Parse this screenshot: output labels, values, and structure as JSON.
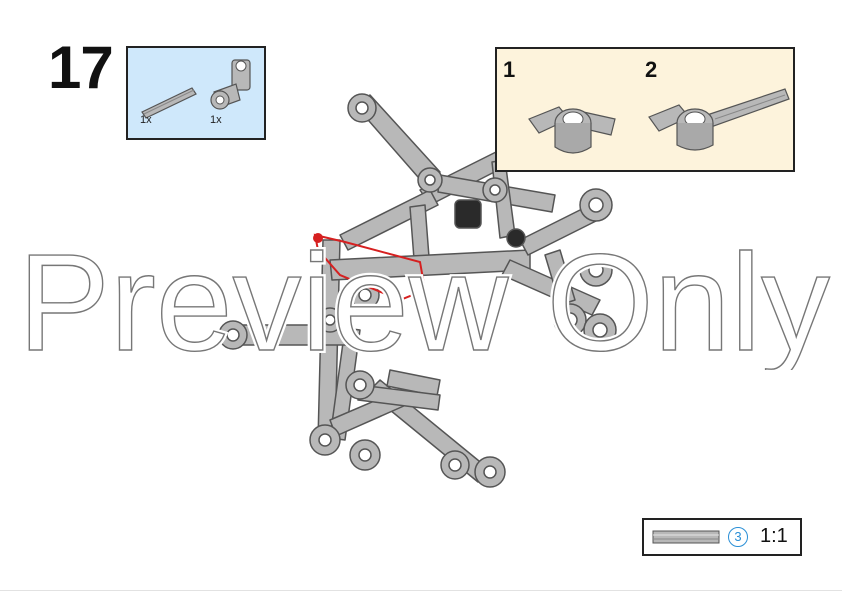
{
  "step": {
    "number": "17"
  },
  "parts_list": {
    "items": [
      {
        "name": "axle",
        "qty": "1x"
      },
      {
        "name": "angle-connector",
        "qty": "1x"
      }
    ]
  },
  "sub_assembly": {
    "steps": [
      {
        "number": "1"
      },
      {
        "number": "2"
      }
    ]
  },
  "scale": {
    "marker": "3",
    "ratio": "1:1"
  },
  "watermark": {
    "text": "Preview Only"
  },
  "colors": {
    "part_gray": "#a9a9a9",
    "highlight": "#d62020",
    "parts_bg": "#cfe8fb",
    "sub_bg": "#fdf3dc",
    "scale_blue": "#2a8fd6"
  }
}
